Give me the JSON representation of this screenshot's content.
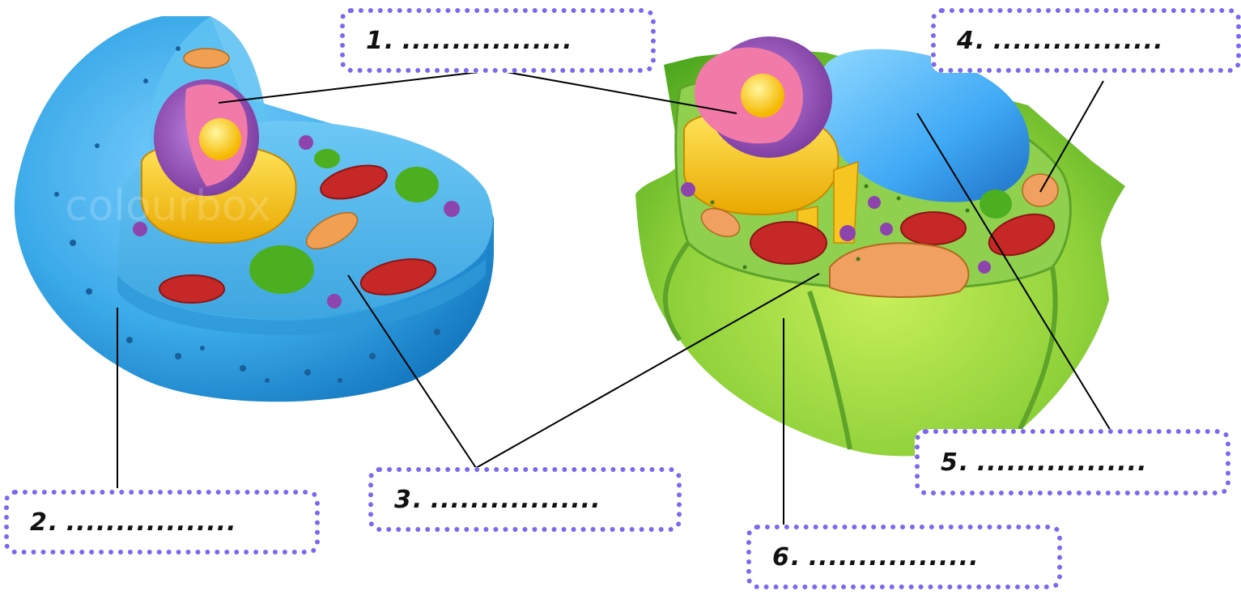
{
  "labels": [
    {
      "number": "1",
      "blank": "................."
    },
    {
      "number": "2",
      "blank": "................."
    },
    {
      "number": "3",
      "blank": "................."
    },
    {
      "number": "4",
      "blank": "................."
    },
    {
      "number": "5",
      "blank": "................."
    },
    {
      "number": "6",
      "blank": "................."
    }
  ],
  "watermark": "colourbox",
  "colors": {
    "box_border": "#7b68ee",
    "animal_cell": "#3aa9e8",
    "plant_cell_wall": "#7cc42a",
    "plant_cytoplasm": "#8fd14f",
    "nucleus_envelope": "#9b59b6",
    "nucleolus": "#ffd600",
    "nucleoplasm": "#f27aa8",
    "mitochondria": "#d63031",
    "golgi": "#f7c520",
    "vacuole": "#3fa9f5",
    "chloroplast": "#4caf1f",
    "leader_line": "#000000"
  }
}
